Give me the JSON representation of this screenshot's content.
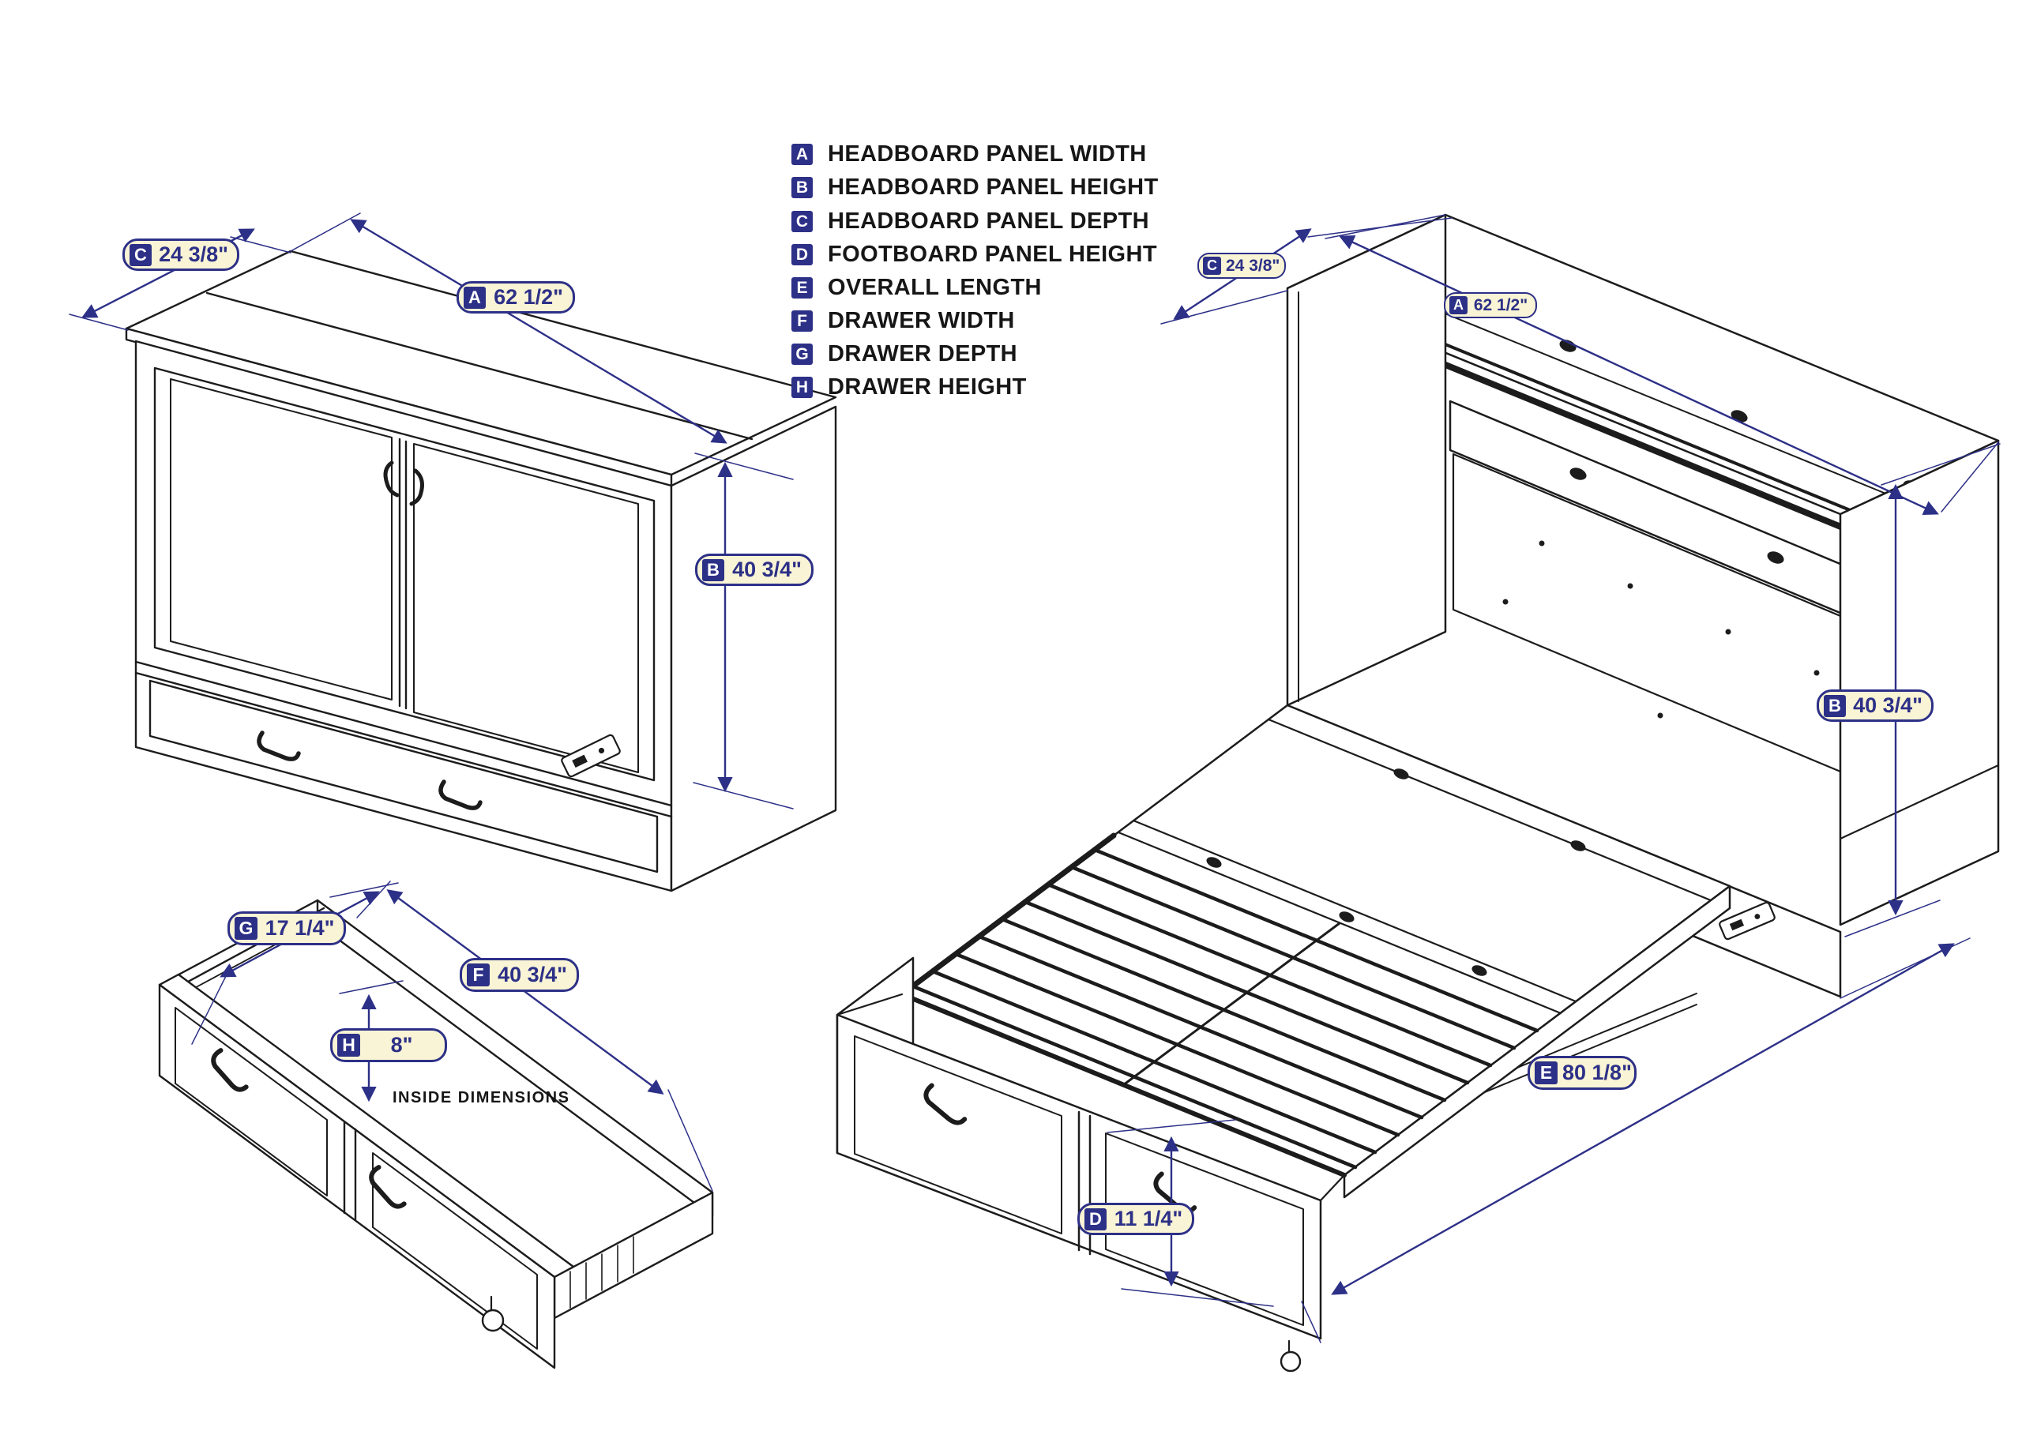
{
  "colors": {
    "navy": "#2d3087",
    "ink": "#1c1c1c",
    "pill_bg": "#f8f4d5",
    "paper": "#ffffff"
  },
  "legend": {
    "items": [
      {
        "letter": "A",
        "label": "HEADBOARD PANEL WIDTH"
      },
      {
        "letter": "B",
        "label": "HEADBOARD PANEL HEIGHT"
      },
      {
        "letter": "C",
        "label": "HEADBOARD PANEL DEPTH"
      },
      {
        "letter": "D",
        "label": "FOOTBOARD PANEL HEIGHT"
      },
      {
        "letter": "E",
        "label": "OVERALL LENGTH"
      },
      {
        "letter": "F",
        "label": "DRAWER WIDTH"
      },
      {
        "letter": "G",
        "label": "DRAWER DEPTH"
      },
      {
        "letter": "H",
        "label": "DRAWER HEIGHT"
      }
    ]
  },
  "dim_labels": {
    "cab_c": {
      "letter": "C",
      "value": "24 3/8\""
    },
    "cab_a": {
      "letter": "A",
      "value": "62 1/2\""
    },
    "cab_b": {
      "letter": "B",
      "value": "40 3/4\""
    },
    "drw_g": {
      "letter": "G",
      "value": "17 1/4\""
    },
    "drw_f": {
      "letter": "F",
      "value": "40 3/4\""
    },
    "drw_h": {
      "letter": "H",
      "value": "8\""
    },
    "bed_c": {
      "letter": "C",
      "value": "24 3/8\""
    },
    "bed_a": {
      "letter": "A",
      "value": "62 1/2\""
    },
    "bed_b": {
      "letter": "B",
      "value": "40 3/4\""
    },
    "bed_e": {
      "letter": "E",
      "value": "80 1/8\""
    },
    "bed_d": {
      "letter": "D",
      "value": "11 1/4\""
    }
  },
  "notes": {
    "inside_dimensions": "INSIDE DIMENSIONS"
  }
}
